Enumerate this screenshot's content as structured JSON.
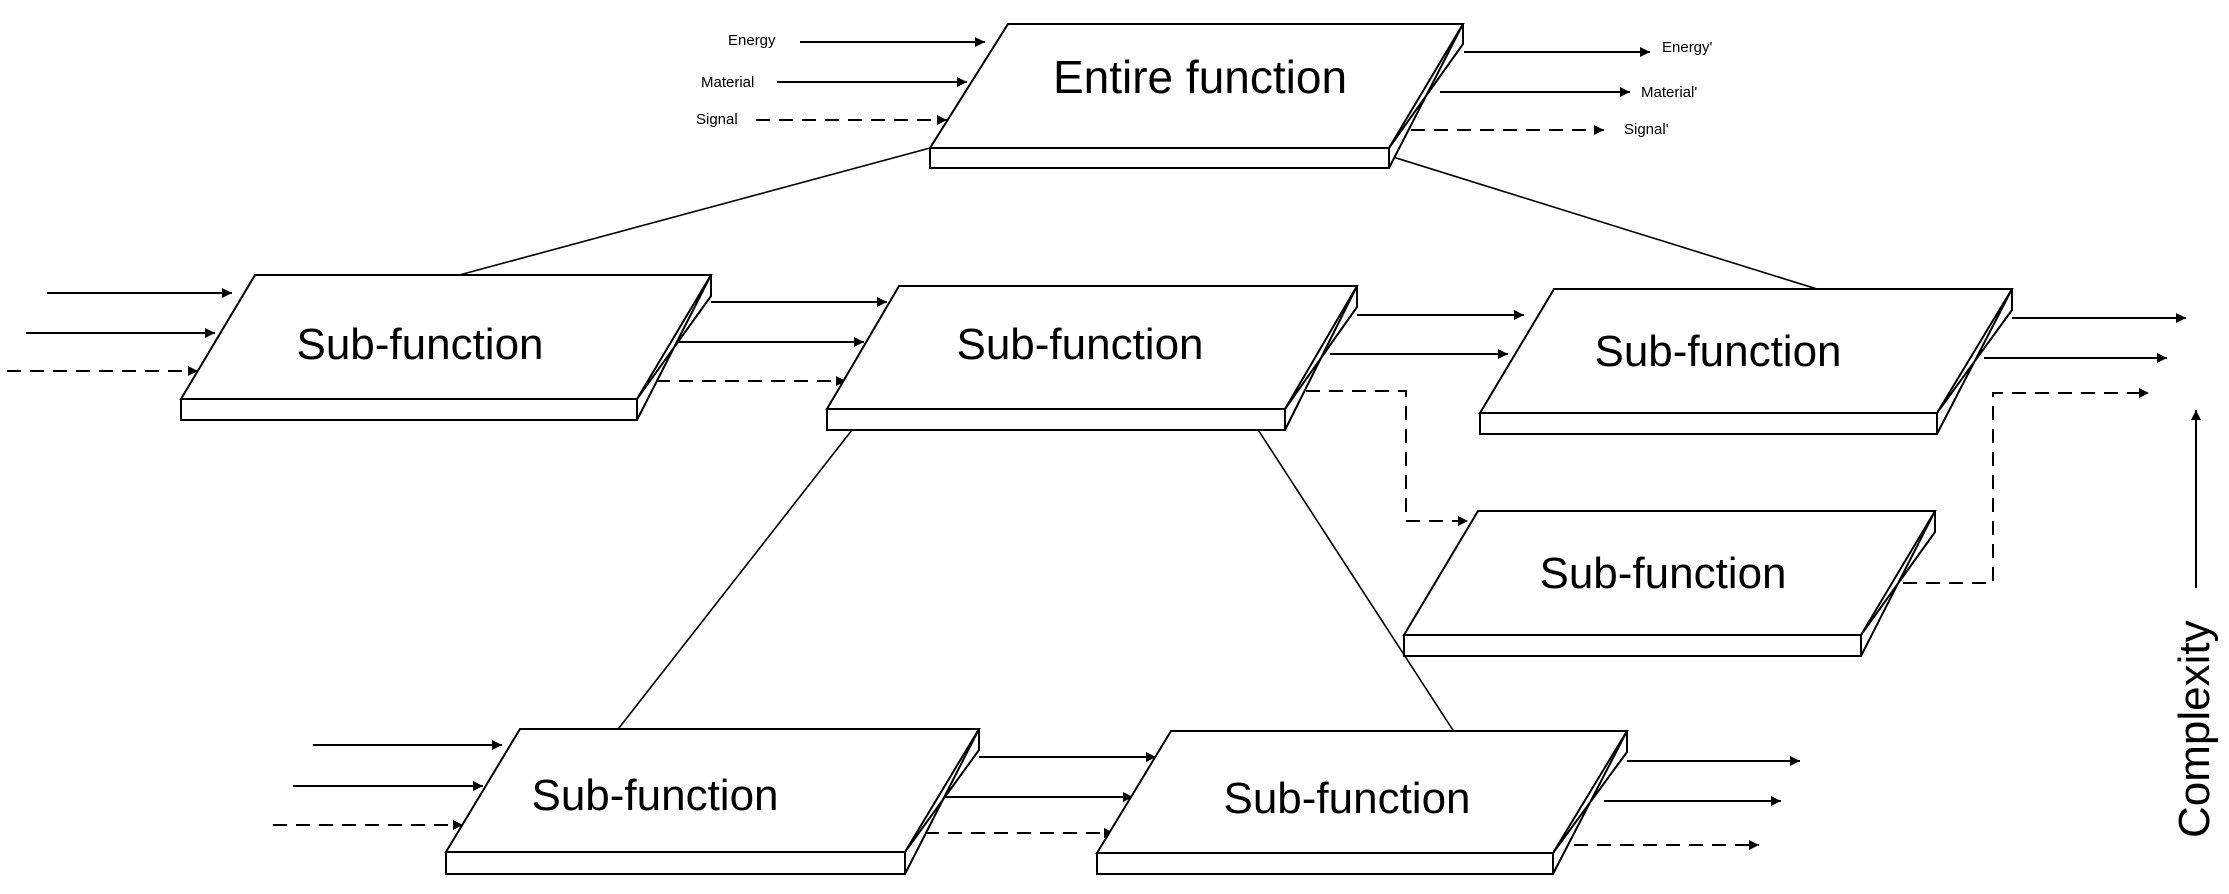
{
  "entire_function": {
    "label": "Entire function",
    "inputs": [
      "Energy",
      "Material",
      "Signal"
    ],
    "outputs": [
      "Energy'",
      "Material'",
      "Signal'"
    ]
  },
  "sub_functions": {
    "level1_left": "Sub-function",
    "level1_center": "Sub-function",
    "level1_right": "Sub-function",
    "level1_lower_right": "Sub-function",
    "level2_left": "Sub-function",
    "level2_right": "Sub-function"
  },
  "axis": {
    "label": "Complexity"
  }
}
